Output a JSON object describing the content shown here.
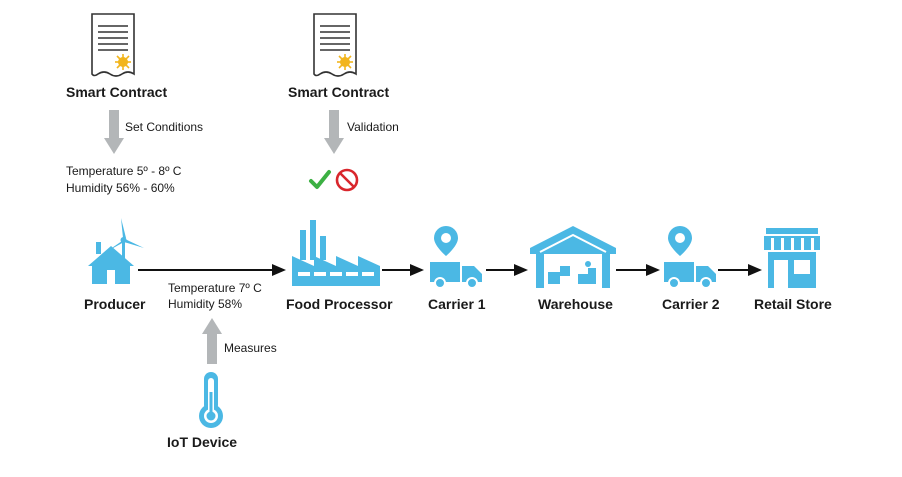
{
  "contracts": [
    {
      "label": "Smart Contract",
      "arrow_label": "Set Conditions"
    },
    {
      "label": "Smart Contract",
      "arrow_label": "Validation"
    }
  ],
  "conditions": {
    "temperature": "Temperature 5º - 8º C",
    "humidity": "Humidity 56% - 60%"
  },
  "measurement": {
    "temperature": "Temperature 7º C",
    "humidity": "Humidity 58%"
  },
  "iot": {
    "label": "IoT Device",
    "arrow_label": "Measures"
  },
  "validation_icons": [
    "check-icon",
    "prohibited-icon"
  ],
  "chain": [
    {
      "label": "Producer",
      "icon": "house-wind-turbine-icon"
    },
    {
      "label": "Food Processor",
      "icon": "factory-icon"
    },
    {
      "label": "Carrier 1",
      "icon": "truck-location-icon"
    },
    {
      "label": "Warehouse",
      "icon": "warehouse-icon"
    },
    {
      "label": "Carrier 2",
      "icon": "truck-location-icon"
    },
    {
      "label": "Retail Store",
      "icon": "store-icon"
    }
  ],
  "colors": {
    "icon_blue": "#4bb8e4",
    "arrow_gray": "#b3b6b8",
    "check_green": "#3cb043",
    "prohibit_red": "#d9262c",
    "seal_gold": "#f2b51c"
  }
}
